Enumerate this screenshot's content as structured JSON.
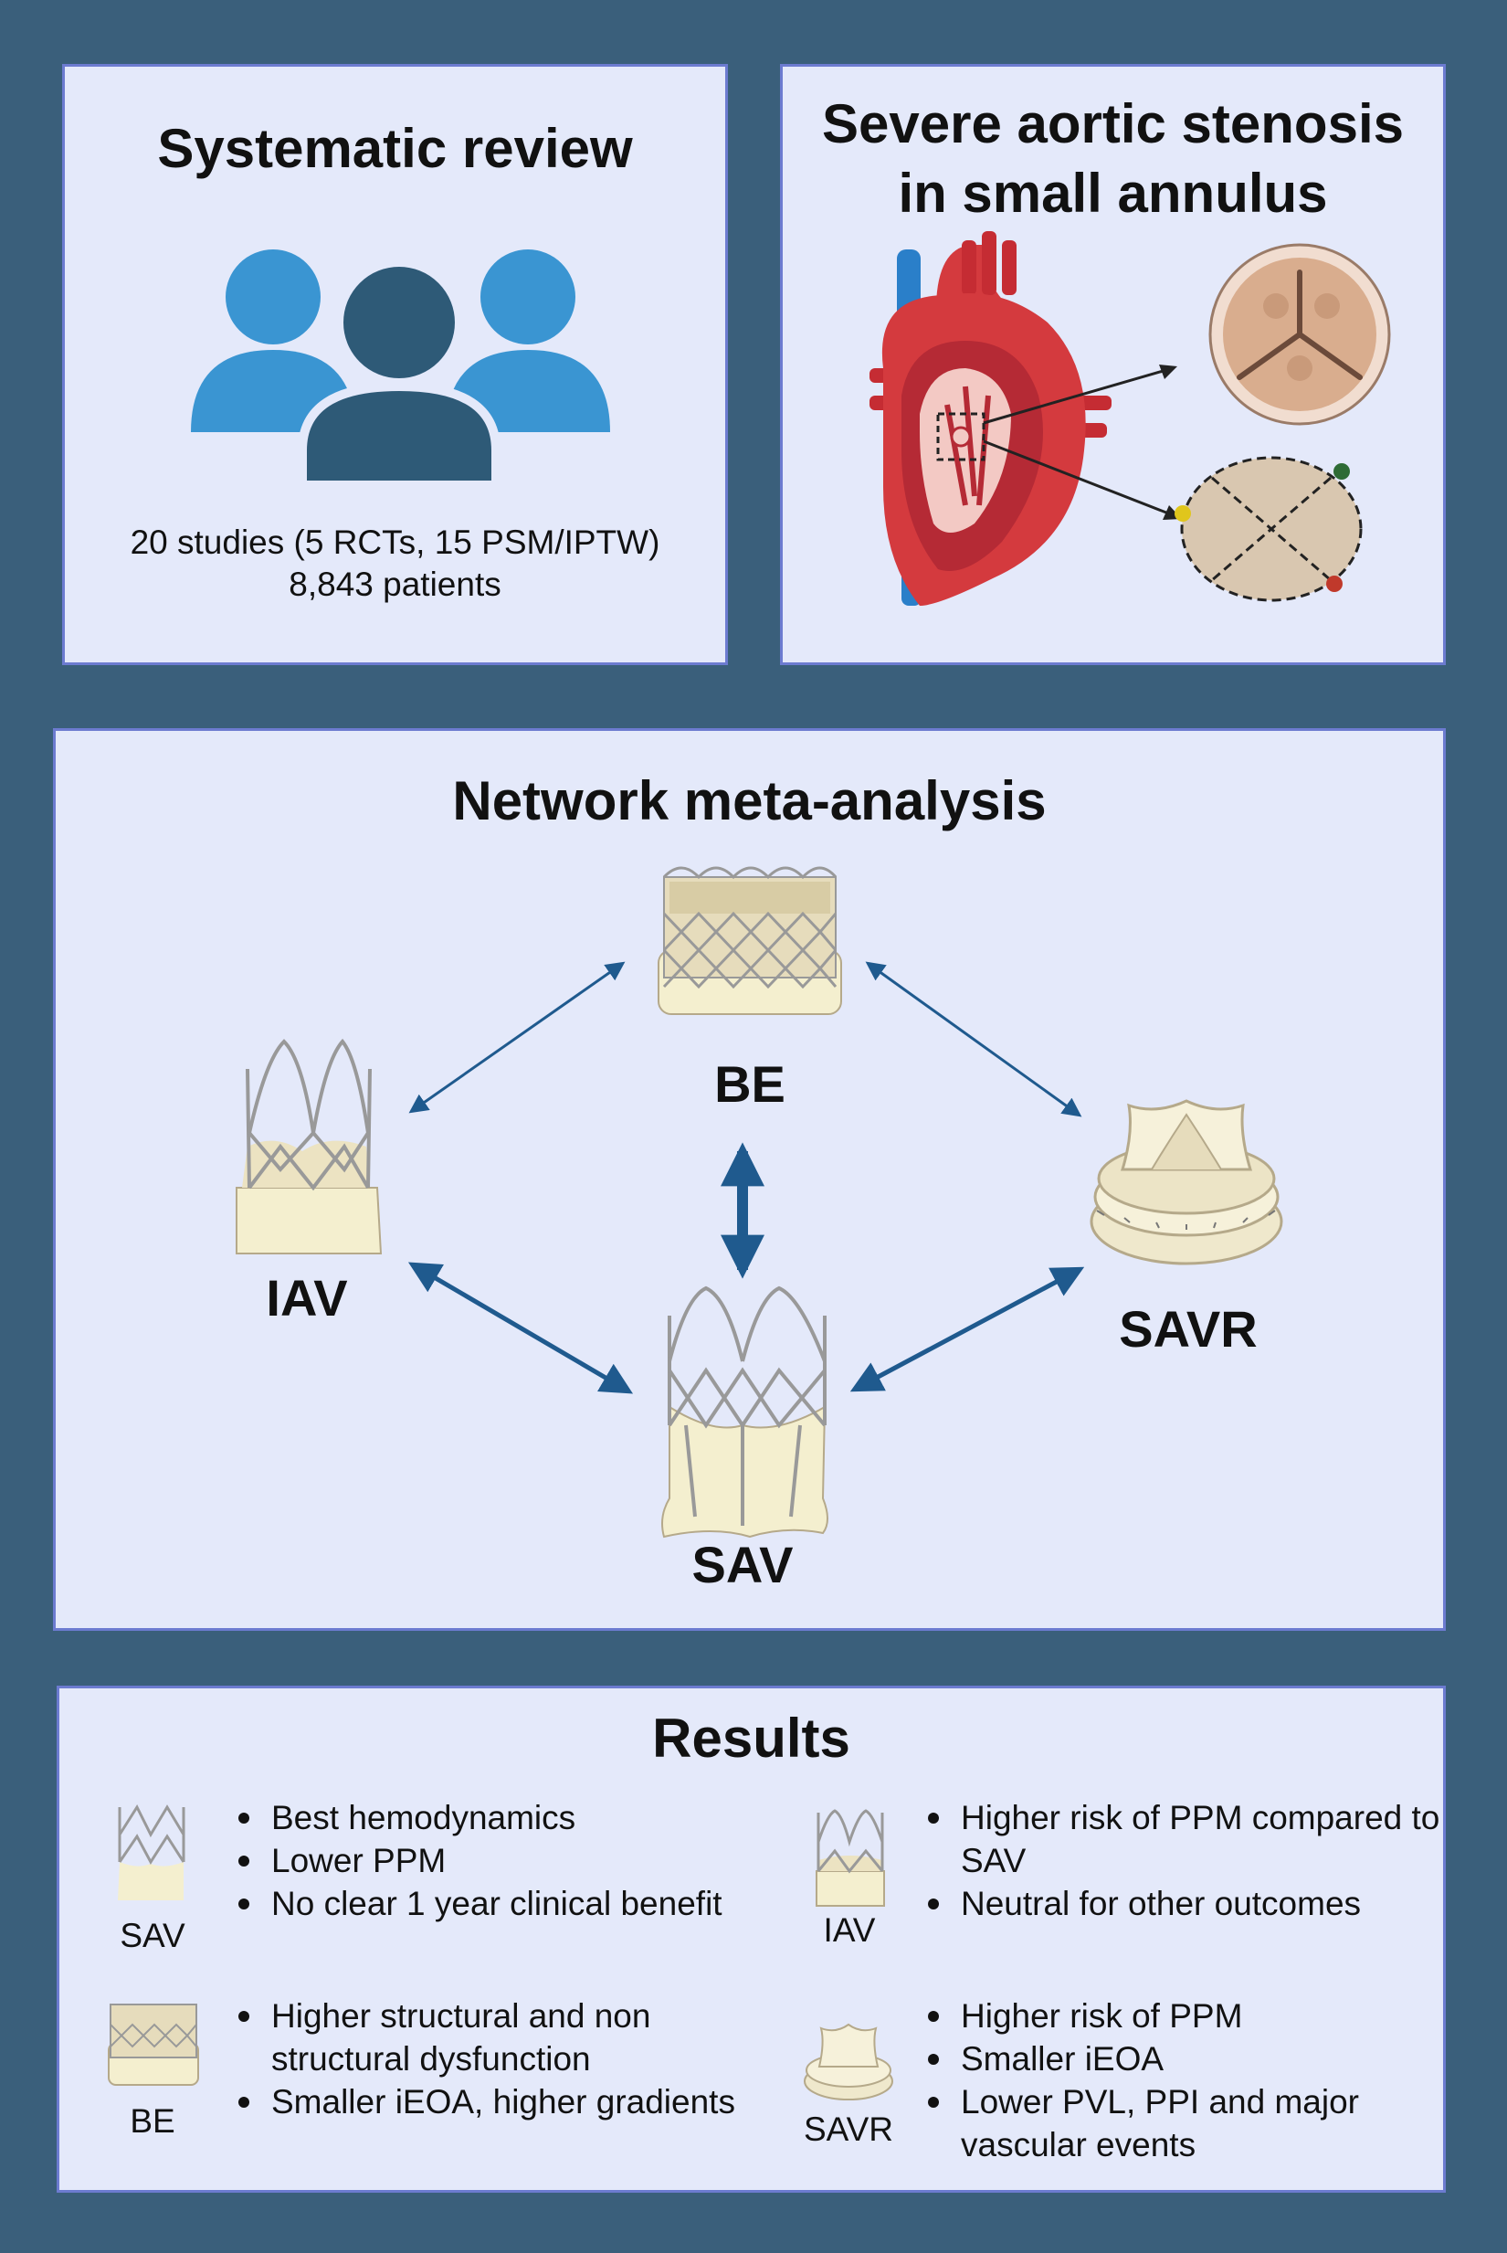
{
  "panel_review": {
    "title": "Systematic review",
    "studies": "20 studies (5 RCTs, 15 PSM/IPTW)",
    "patients": "8,843 patients"
  },
  "panel_stenosis": {
    "title_line1": "Severe aortic stenosis",
    "title_line2": "in small annulus"
  },
  "panel_network": {
    "title": "Network meta-analysis",
    "labels": {
      "be": "BE",
      "iav": "IAV",
      "sav": "SAV",
      "savr": "SAVR"
    }
  },
  "panel_results": {
    "title": "Results",
    "groups": [
      {
        "label": "SAV",
        "items": [
          "Best hemodynamics",
          "Lower PPM",
          "No clear 1 year clinical benefit"
        ]
      },
      {
        "label": "IAV",
        "items": [
          "Higher risk of PPM compared to SAV",
          "Neutral for other outcomes"
        ]
      },
      {
        "label": "BE",
        "items": [
          "Higher structural and non structural dysfunction",
          "Smaller iEOA, higher gradients"
        ]
      },
      {
        "label": "SAVR",
        "items": [
          "Higher risk of PPM",
          "Smaller iEOA",
          "Lower PVL, PPI and major vascular events"
        ]
      }
    ]
  },
  "colors": {
    "background": "#3a5f7b",
    "panel": "#e4e9fa",
    "panel_border": "#6c7bd0",
    "arrow": "#1f5a8e",
    "person_light": "#3a95d2",
    "person_dark": "#2e5a77",
    "valve_fabric": "#f4efcf",
    "heart_red": "#d43a3e",
    "vein_blue": "#2a7fc9"
  },
  "icons": [
    "people-group-icon",
    "heart-icon",
    "valve-cusps-icon",
    "annulus-icon",
    "be-valve-icon",
    "iav-valve-icon",
    "sav-valve-icon",
    "savr-valve-icon"
  ]
}
